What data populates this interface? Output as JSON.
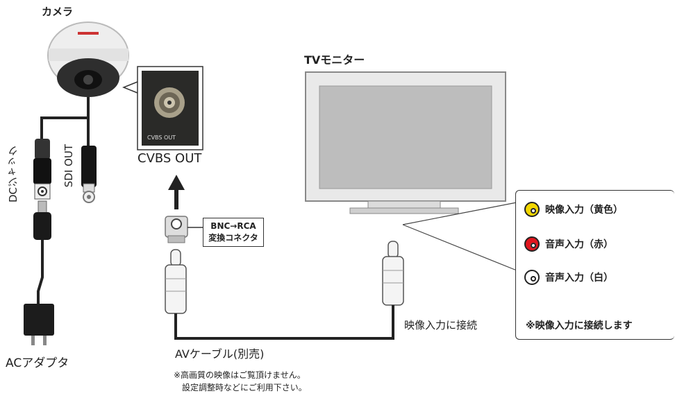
{
  "labels": {
    "camera": "カメラ",
    "tv_monitor": "TVモニター",
    "cvbs_out": "CVBS OUT",
    "cvbs_out_small": "CVBS OUT",
    "dc_jack": "DCジャック",
    "sdi_out": "SDI OUT",
    "ac_adapter": "ACアダプタ",
    "bnc_connector_line1": "BNC→RCA",
    "bnc_connector_line2": "変換コネクタ",
    "video_input_connect": "映像入力に接続",
    "av_cable": "AVケーブル(別売)",
    "note_line1": "※高画質の映像はご覧頂けません。",
    "note_line2": "設定調整時などにご利用下さい。"
  },
  "legend": {
    "items": [
      {
        "label": "映像入力（黄色）",
        "color": "#f2d600"
      },
      {
        "label": "音声入力（赤）",
        "color": "#e0161e"
      },
      {
        "label": "音声入力（白）",
        "color": "#ffffff"
      }
    ],
    "note": "※映像入力に接続します"
  }
}
